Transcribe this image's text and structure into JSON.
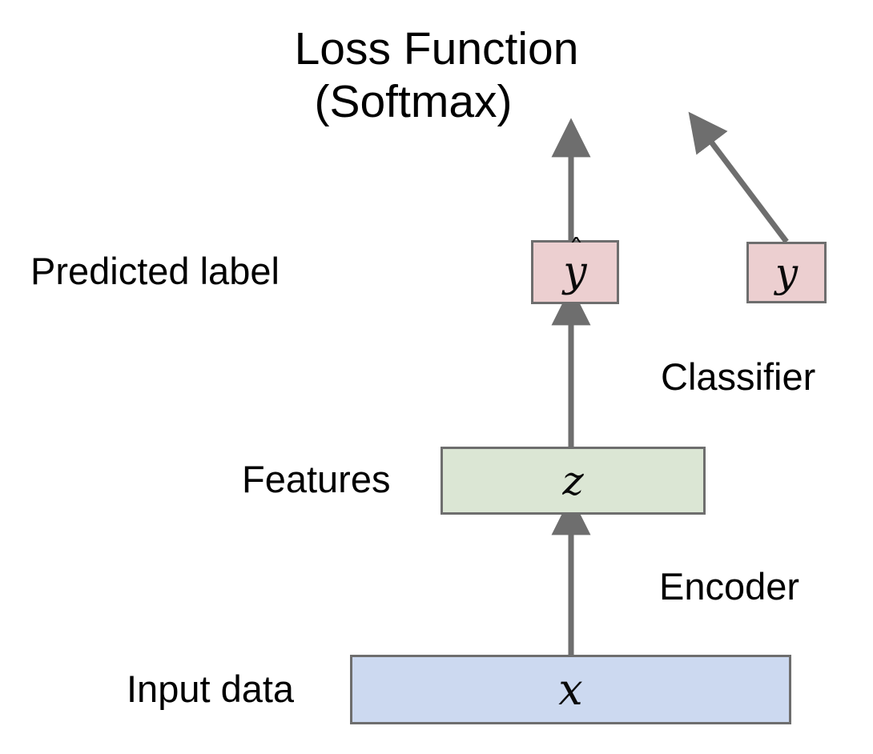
{
  "diagram": {
    "title": {
      "line1": "Loss Function",
      "line2": "(Softmax)"
    },
    "nodes": {
      "y_hat": {
        "glyph": "y",
        "accent": "ˆ",
        "label": "y-hat",
        "color": "#eccfd0"
      },
      "y": {
        "glyph": "y",
        "label": "y",
        "color": "#eccfd0"
      },
      "z": {
        "glyph": "z",
        "label": "z",
        "color": "#dbe6d4"
      },
      "x": {
        "glyph": "x",
        "label": "x",
        "color": "#ccd9f0"
      }
    },
    "labels": {
      "predicted": "Predicted label",
      "features": "Features",
      "input_data": "Input data",
      "classifier": "Classifier",
      "encoder": "Encoder"
    },
    "colors": {
      "pink_fill": "#eccfd0",
      "green_fill": "#dbe6d4",
      "blue_fill": "#ccd9f0",
      "box_border": "#6e6e6e",
      "arrow": "#6e6e6e",
      "text": "#000000",
      "background": "#ffffff"
    },
    "edges": [
      {
        "from": "x",
        "to": "z",
        "name": "encoder-edge",
        "direction": "up"
      },
      {
        "from": "z",
        "to": "y_hat",
        "name": "classifier-edge",
        "direction": "up"
      },
      {
        "from": "y_hat",
        "to": "loss",
        "name": "prediction-to-loss-edge",
        "direction": "up"
      },
      {
        "from": "y",
        "to": "loss",
        "name": "target-to-loss-edge",
        "direction": "up-left"
      }
    ]
  }
}
